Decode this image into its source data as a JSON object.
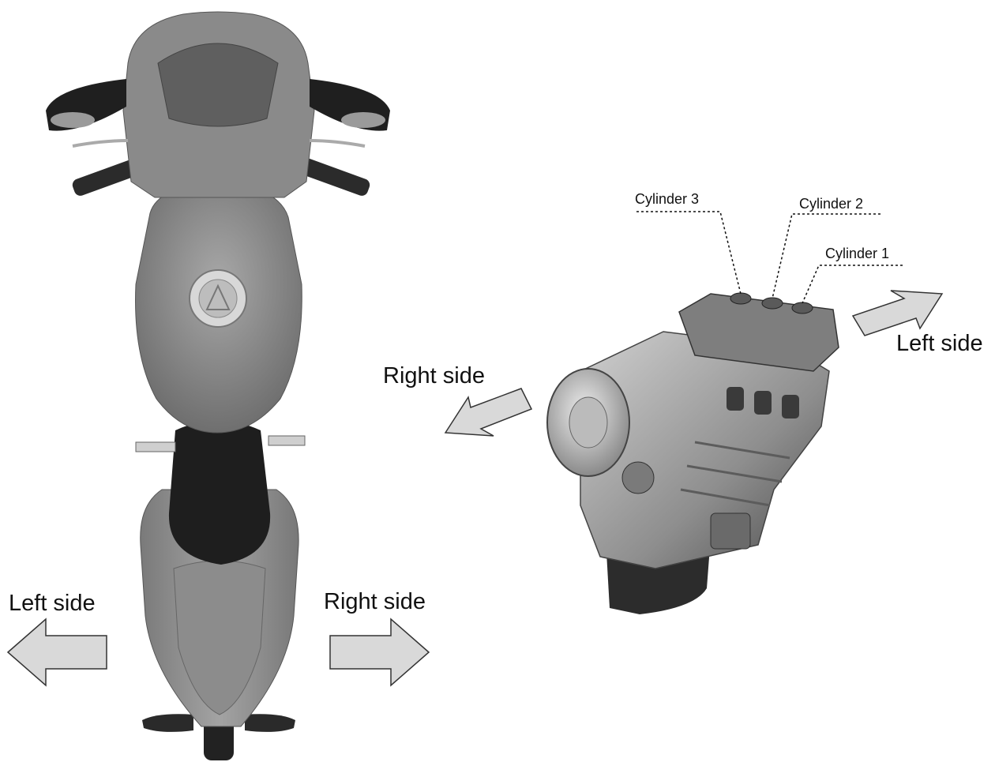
{
  "labels": {
    "bike_left": "Left side",
    "bike_right": "Right side",
    "engine_right": "Right side",
    "engine_left": "Left side",
    "cylinder_3": "Cylinder 3",
    "cylinder_2": "Cylinder 2",
    "cylinder_1": "Cylinder 1"
  },
  "colors": {
    "arrow_fill": "#d9d9d9",
    "arrow_stroke": "#333333",
    "bike_body": "#8a8a8a",
    "seat": "#1e1e1e",
    "engine": "#a6a6a6"
  },
  "icons": {
    "arrow": "block-arrow-icon",
    "motorcycle": "motorcycle-top-view",
    "engine": "three-cylinder-engine"
  }
}
